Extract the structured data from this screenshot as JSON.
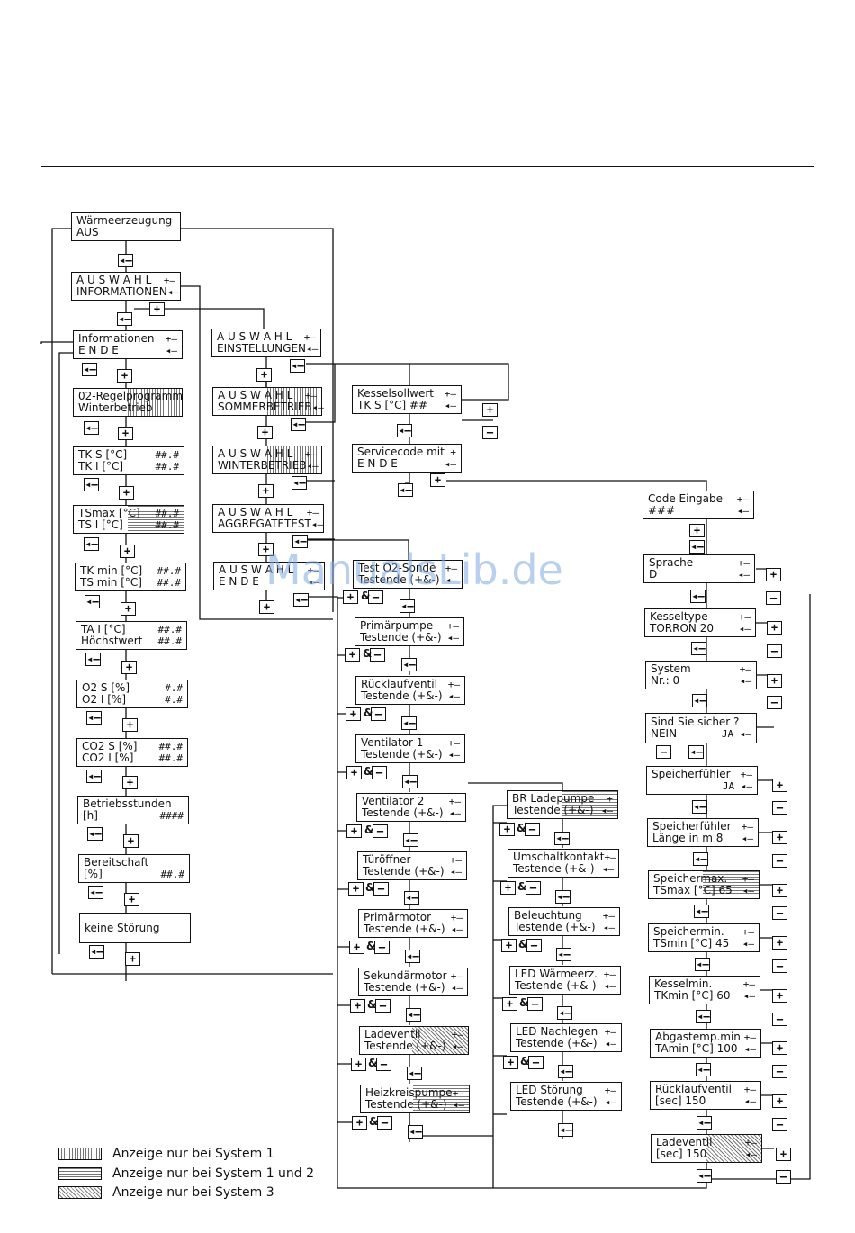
{
  "boxes": [
    {
      "id": "waermeerzeugung",
      "l1": "Wärmeerzeugung",
      "r1": "",
      "l2": "AUS",
      "r2": ""
    },
    {
      "id": "auswahl-info",
      "l1": "A U S W A H L",
      "r1": "+–",
      "l2": "INFORMATIONEN",
      "r2": "◂–"
    },
    {
      "id": "info-ende",
      "l1": "Informationen",
      "r1": "+–",
      "l2": "E N D E",
      "r2": "◂–"
    },
    {
      "id": "o2-regelprogramm",
      "l1": "02-Regelprogramm",
      "r1": "",
      "l2": "Winterbetrieb",
      "r2": "",
      "pattern": "p1"
    },
    {
      "id": "tks-tki",
      "l1": "TK S [°C]",
      "r1": "##.#",
      "l2": "TK I [°C]",
      "r2": "##.#"
    },
    {
      "id": "tsmax-tsi",
      "l1": "TSmax [°C]",
      "r1": "##.#",
      "l2": "TS I [°C]",
      "r2": "##.#",
      "pattern": "p2"
    },
    {
      "id": "tkmin-tsmin",
      "l1": "TK min [°C]",
      "r1": "##.#",
      "l2": "TS min [°C]",
      "r2": "##.#"
    },
    {
      "id": "tai-hoechstwert",
      "l1": "TA I [°C]",
      "r1": "##.#",
      "l2": "Höchstwert",
      "r2": "##.#"
    },
    {
      "id": "o2s-o2i",
      "l1": "O2 S [%]",
      "r1": "#.#",
      "l2": "O2 I [%]",
      "r2": "#.#"
    },
    {
      "id": "co2s-co2i",
      "l1": "CO2 S [%]",
      "r1": "##.#",
      "l2": "CO2 I [%]",
      "r2": "##.#"
    },
    {
      "id": "betriebsstunden",
      "l1": "Betriebsstunden",
      "r1": "",
      "l2": "[h]",
      "r2": "####"
    },
    {
      "id": "bereitschaft",
      "l1": "Bereitschaft",
      "r1": "",
      "l2": "[%]",
      "r2": "##.#"
    },
    {
      "id": "keine-stoerung",
      "l1": "keine Störung",
      "r1": "",
      "l2": "",
      "r2": ""
    },
    {
      "id": "auswahl-einstellungen",
      "l1": "A U S W A H L",
      "r1": "+–",
      "l2": "EINSTELLUNGEN",
      "r2": "◂–"
    },
    {
      "id": "auswahl-sommer",
      "l1": "A U S W A H L",
      "r1": "+–",
      "l2": "SOMMERBETRIEB",
      "r2": "◂–",
      "pattern": "p1"
    },
    {
      "id": "auswahl-winter",
      "l1": "A U S W A H L",
      "r1": "+–",
      "l2": "WINTERBETRIEB",
      "r2": "◂–",
      "pattern": "p1"
    },
    {
      "id": "auswahl-aggregatetest",
      "l1": "A U S W A H L",
      "r1": "+–",
      "l2": "AGGREGATETEST",
      "r2": "◂–"
    },
    {
      "id": "auswahl-ende",
      "l1": "A U S W A H L",
      "r1": "+–",
      "l2": "E N D E",
      "r2": "◂–"
    },
    {
      "id": "kesselsollwert",
      "l1": "Kesselsollwert",
      "r1": "+–",
      "l2": "TK S [°C] ##",
      "r2": "◂–"
    },
    {
      "id": "servicecode",
      "l1": "Servicecode mit",
      "r1": "+",
      "l2": "E N D E",
      "r2": "◂–"
    },
    {
      "id": "test-o2-sonde",
      "l1": "Test O2-Sonde",
      "r1": "+–",
      "l2": "Testende (+&-)",
      "r2": "◂–"
    },
    {
      "id": "primaerpumpe",
      "l1": "Primärpumpe",
      "r1": "+–",
      "l2": "Testende (+&-)",
      "r2": "◂–"
    },
    {
      "id": "ruecklaufventil",
      "l1": "Rücklaufventil",
      "r1": "+–",
      "l2": "Testende (+&-)",
      "r2": "◂–"
    },
    {
      "id": "ventilator1",
      "l1": "Ventilator 1",
      "r1": "+–",
      "l2": "Testende (+&-)",
      "r2": "◂–"
    },
    {
      "id": "ventilator2",
      "l1": "Ventilator 2",
      "r1": "+–",
      "l2": "Testende (+&-)",
      "r2": "◂–"
    },
    {
      "id": "tueroeffner",
      "l1": "Türöffner",
      "r1": "+–",
      "l2": "Testende (+&-)",
      "r2": "◂–"
    },
    {
      "id": "primaermotor",
      "l1": "Primärmotor",
      "r1": "+–",
      "l2": "Testende (+&-)",
      "r2": "◂–"
    },
    {
      "id": "sekundaermotor",
      "l1": "Sekundärmotor",
      "r1": "+–",
      "l2": "Testende (+&-)",
      "r2": "◂–"
    },
    {
      "id": "ladeventil-test",
      "l1": "Ladeventil",
      "r1": "+–",
      "l2": "Testende (+&-)",
      "r2": "◂–",
      "pattern": "p3"
    },
    {
      "id": "heizkreispumpe",
      "l1": "Heizkreispumpe",
      "r1": "+–",
      "l2": "Testende (+&-)",
      "r2": "◂–",
      "pattern": "p2"
    },
    {
      "id": "br-ladepumpe",
      "l1": "BR Ladepumpe",
      "r1": "+",
      "l2": "Testende (+&-)",
      "r2": "◂–",
      "pattern": "p2"
    },
    {
      "id": "umschaltkontakt",
      "l1": "Umschaltkontakt",
      "r1": "+–",
      "l2": "Testende (+&-)",
      "r2": "◂–"
    },
    {
      "id": "beleuchtung",
      "l1": "Beleuchtung",
      "r1": "+–",
      "l2": "Testende (+&-)",
      "r2": "◂–"
    },
    {
      "id": "led-waermeerz",
      "l1": "LED Wärmeerz.",
      "r1": "+–",
      "l2": "Testende (+&-)",
      "r2": "◂–"
    },
    {
      "id": "led-nachlegen",
      "l1": "LED Nachlegen",
      "r1": "+–",
      "l2": "Testende (+&-)",
      "r2": "◂–"
    },
    {
      "id": "led-stoerung",
      "l1": "LED Störung",
      "r1": "+–",
      "l2": "Testende (+&-)",
      "r2": "◂–"
    },
    {
      "id": "code-eingabe",
      "l1": "Code Eingabe",
      "r1": "+–",
      "l2": "###",
      "r2": "◂–"
    },
    {
      "id": "sprache",
      "l1": "Sprache",
      "r1": "+–",
      "l2": "D",
      "r2": "◂–"
    },
    {
      "id": "kesseltype",
      "l1": "Kesseltype",
      "r1": "+–",
      "l2": "TORRON 20",
      "r2": "◂–"
    },
    {
      "id": "system",
      "l1": "System",
      "r1": "+–",
      "l2": "Nr.: 0",
      "r2": "◂–"
    },
    {
      "id": "sind-sie-sicher",
      "l1": "Sind Sie sicher ?",
      "r1": "",
      "l2": "NEIN –",
      "r2": "JA ◂–"
    },
    {
      "id": "speicherfuehler",
      "l1": "Speicherfühler",
      "r1": "+–",
      "l2": "",
      "r2": "JA ◂–"
    },
    {
      "id": "speicherfuehler-laenge",
      "l1": "Speicherfühler",
      "r1": "+–",
      "l2": "Länge in m 8",
      "r2": "◂–"
    },
    {
      "id": "speichermax",
      "l1": "Speichermax.",
      "r1": "+–",
      "l2": "TSmax [°C] 65",
      "r2": "◂–",
      "pattern": "p2"
    },
    {
      "id": "speichermin",
      "l1": "Speichermin.",
      "r1": "+–",
      "l2": "TSmin [°C] 45",
      "r2": "◂–"
    },
    {
      "id": "kesselmin",
      "l1": "Kesselmin.",
      "r1": "+–",
      "l2": "TKmin [°C] 60",
      "r2": "◂–"
    },
    {
      "id": "abgastemp-min",
      "l1": "Abgastemp.min",
      "r1": "+–",
      "l2": "TAmin [°C] 100",
      "r2": "◂–"
    },
    {
      "id": "ruecklaufventil-sec",
      "l1": "Rücklaufventil",
      "r1": "+–",
      "l2": "[sec] 150",
      "r2": "◂–"
    },
    {
      "id": "ladeventil-sec",
      "l1": "Ladeventil",
      "r1": "+–",
      "l2": "[sec] 150",
      "r2": "◂–",
      "pattern": "p3"
    }
  ],
  "keys": {
    "back": "◂–",
    "plus": "+",
    "minus": "–",
    "amp": "&"
  },
  "legend": [
    {
      "text": "Anzeige nur bei System 1",
      "pattern": "p1"
    },
    {
      "text": "Anzeige nur bei System 1 und 2",
      "pattern": "p2"
    },
    {
      "text": "Anzeige nur bei System 3",
      "pattern": "p3"
    }
  ],
  "watermark": "ManualsLib.de"
}
